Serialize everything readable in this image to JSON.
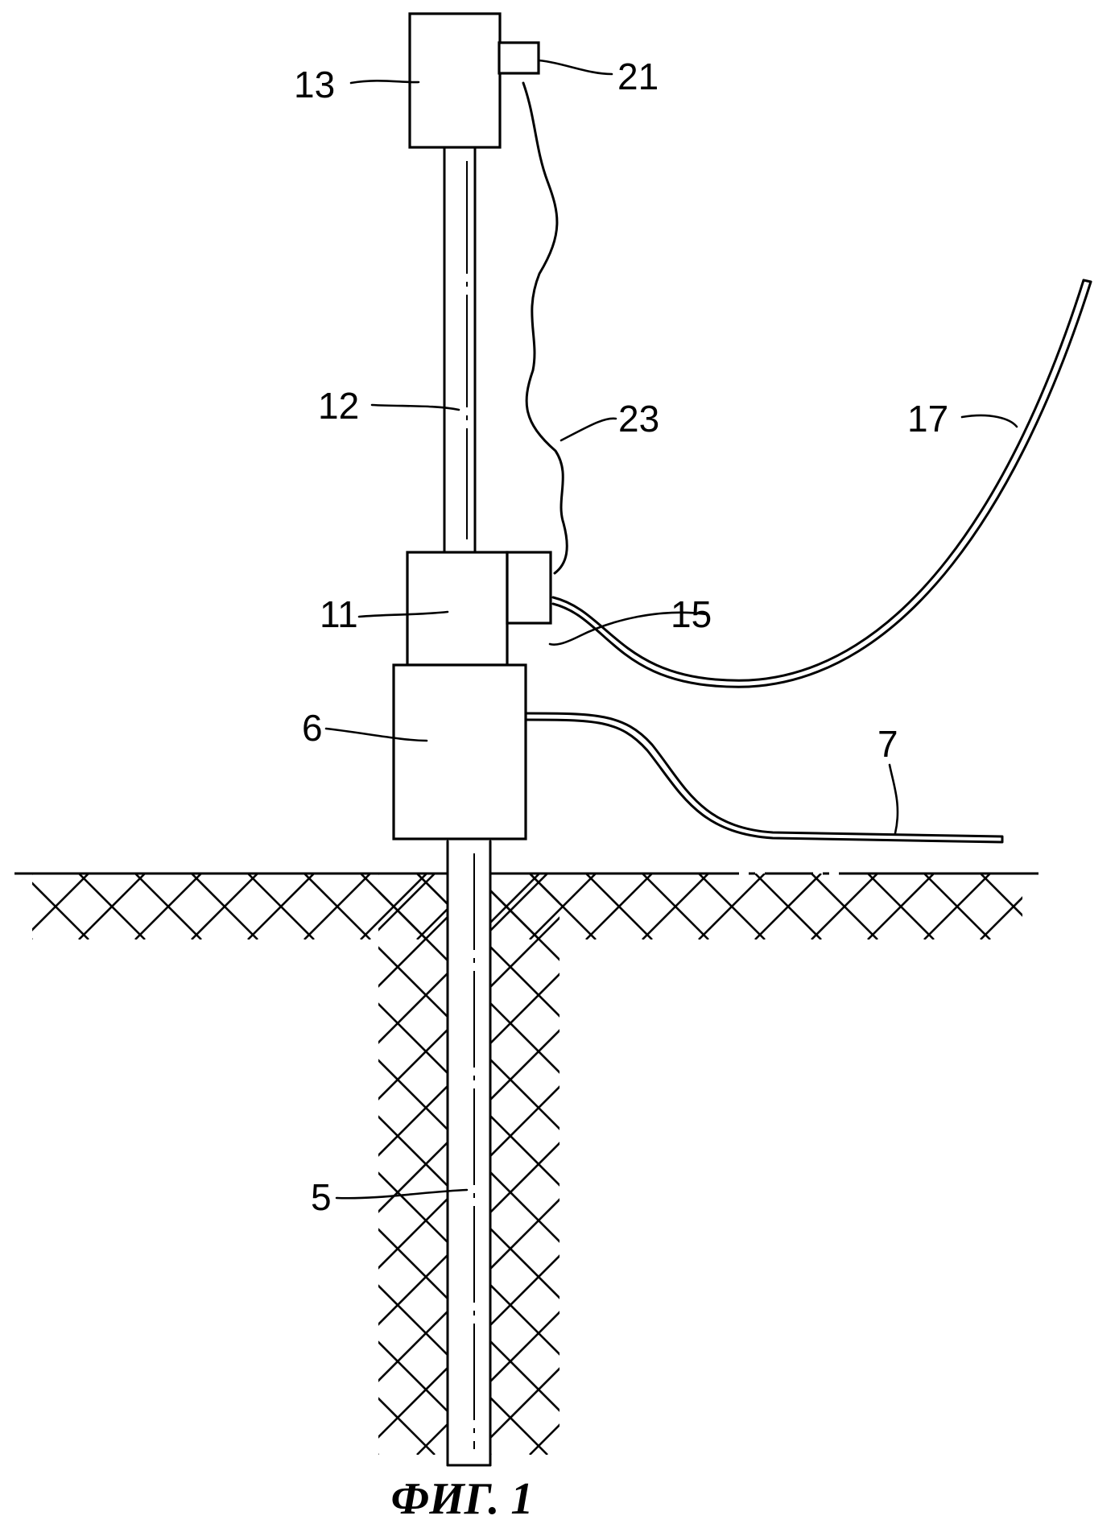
{
  "figure": {
    "caption": "ФИГ. 1",
    "labels": {
      "l13": "13",
      "l21": "21",
      "l12": "12",
      "l23": "23",
      "l17": "17",
      "l11": "11",
      "l15": "15",
      "l6": "6",
      "l7": "7",
      "l5": "5"
    }
  }
}
